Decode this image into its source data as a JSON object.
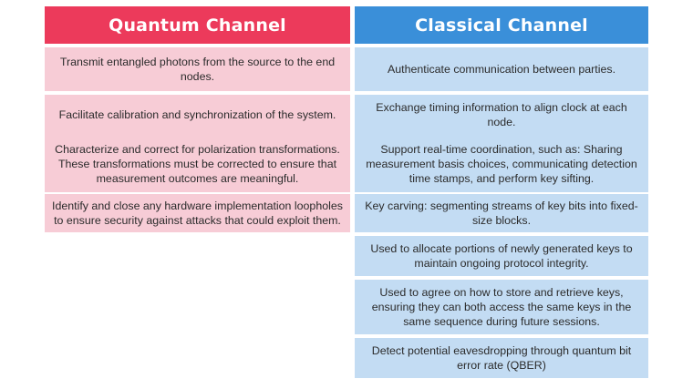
{
  "quantum": {
    "title": "Quantum Channel",
    "color": "#ec3a5b",
    "cell_color": "#f7ccd6",
    "items": [
      "Transmit entangled photons from the source to the end nodes.",
      "Facilitate calibration and synchronization of the system.",
      "Characterize and correct for polarization transformations. These transformations must be corrected to ensure that measurement outcomes are meaningful.",
      "Identify and close any hardware implementation loopholes to ensure security against attacks that could exploit them."
    ]
  },
  "classical": {
    "title": "Classical Channel",
    "color": "#3a8fd9",
    "cell_color": "#c3dcf3",
    "items": [
      "Authenticate communication between parties.",
      "Exchange timing information to align clock at each node.",
      "Support real-time coordination, such as: Sharing measurement basis choices, communicating detection time stamps, and perform key sifting.",
      "Key carving: segmenting streams of key bits into fixed-size blocks.",
      "Used to allocate portions of newly generated keys to maintain ongoing protocol integrity.",
      "Used to agree on how to store and retrieve keys, ensuring they can both access the same keys in the same sequence during future sessions.",
      "Detect potential eavesdropping through quantum bit error rate (QBER)"
    ]
  }
}
